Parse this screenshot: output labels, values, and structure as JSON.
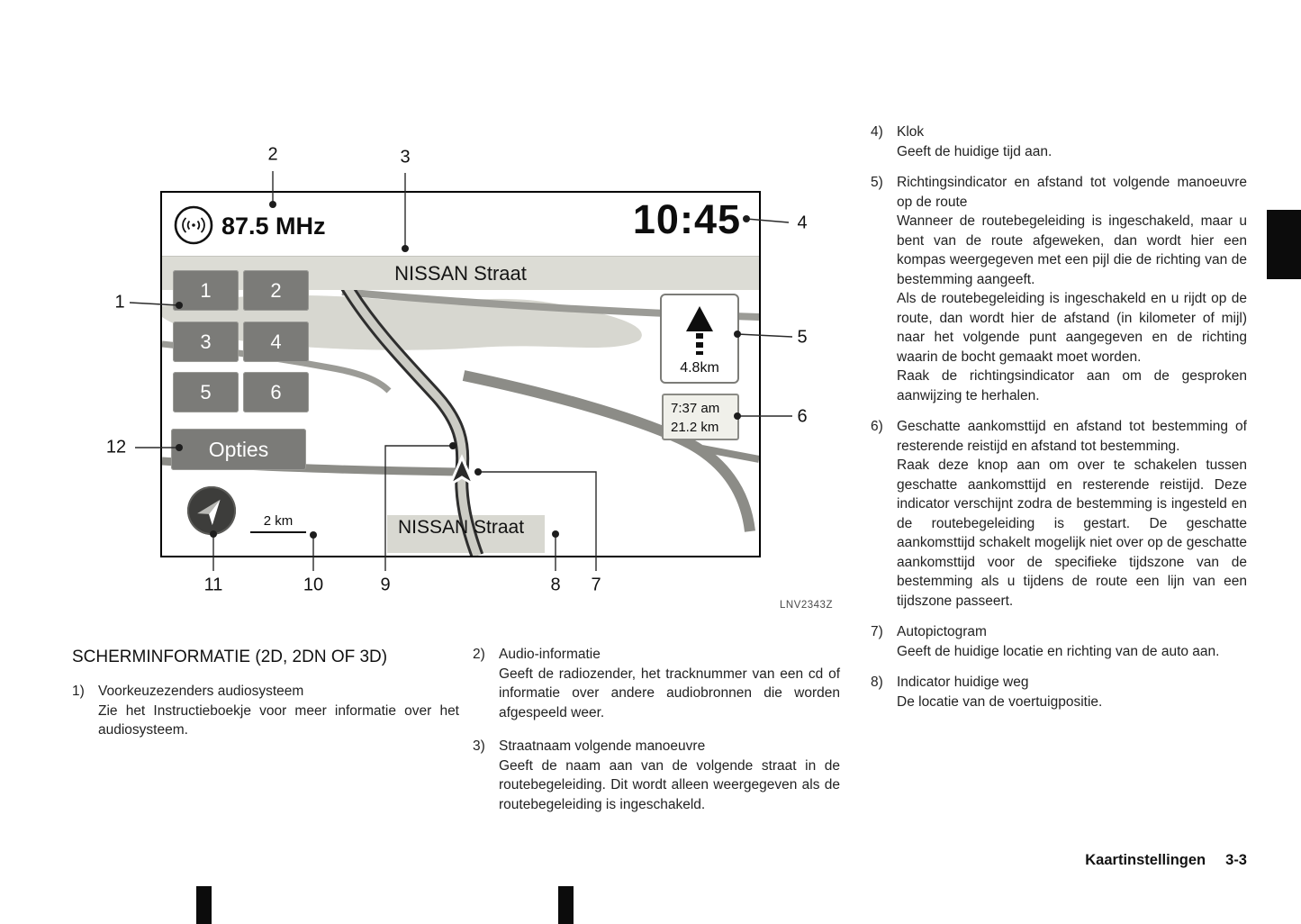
{
  "figure": {
    "code": "LNV2343Z",
    "callouts": {
      "c1": "1",
      "c2": "2",
      "c3": "3",
      "c4": "4",
      "c5": "5",
      "c6": "6",
      "c7": "7",
      "c8": "8",
      "c9": "9",
      "c10": "10",
      "c11": "11",
      "c12": "12"
    },
    "screen": {
      "radio_frequency": "87.5 MHz",
      "clock": "10:45",
      "next_street": "NISSAN Straat",
      "current_street": "NISSAN Straat",
      "presets": [
        "1",
        "2",
        "3",
        "4",
        "5",
        "6"
      ],
      "options_button": "Opties",
      "map_scale": "2 km",
      "turn": {
        "distance": "4.8km"
      },
      "eta": {
        "time": "7:37 am",
        "distance": "21.2 km"
      }
    }
  },
  "content": {
    "heading": "SCHERMINFORMATIE (2D, 2DN OF 3D)",
    "items_left": [
      {
        "num": "1)",
        "title": "Voorkeuzezenders audiosysteem",
        "paras": [
          "Zie het Instructieboekje voor meer informatie over het audiosysteem."
        ]
      }
    ],
    "items_middle": [
      {
        "num": "2)",
        "title": "Audio-informatie",
        "paras": [
          "Geeft de radiozender, het tracknummer van een cd of informatie over andere audiobronnen die worden afgespeeld weer."
        ]
      },
      {
        "num": "3)",
        "title": "Straatnaam volgende manoeuvre",
        "paras": [
          "Geeft de naam aan van de volgende straat in de routebegeleiding. Dit wordt alleen weergegeven als de routebegeleiding is ingeschakeld."
        ]
      }
    ],
    "items_right": [
      {
        "num": "4)",
        "title": "Klok",
        "paras": [
          "Geeft de huidige tijd aan."
        ]
      },
      {
        "num": "5)",
        "title": "Richtingsindicator en afstand tot volgende manoeuvre op de route",
        "paras": [
          "Wanneer de routebegeleiding is ingeschakeld, maar u bent van de route afgeweken, dan wordt hier een kompas weergegeven met een pijl die de richting van de bestemming aangeeft.",
          "Als de routebegeleiding is ingeschakeld en u rijdt op de route, dan wordt hier de afstand (in kilometer of mijl) naar het volgende punt aangegeven en de richting waarin de bocht gemaakt moet worden.",
          "Raak de richtingsindicator aan om de gesproken aanwijzing te herhalen."
        ]
      },
      {
        "num": "6)",
        "title": "Geschatte aankomsttijd en afstand tot bestemming of resterende reistijd en afstand tot bestemming.",
        "paras": [
          "Raak deze knop aan om over te schakelen tussen geschatte aankomsttijd en resterende reistijd. Deze indicator verschijnt zodra de bestemming is ingesteld en de routebegeleiding is gestart. De geschatte aankomsttijd schakelt mogelijk niet over op de geschatte aankomsttijd voor de specifieke tijdszone van de bestemming als u tijdens de route een lijn van een tijdszone passeert."
        ]
      },
      {
        "num": "7)",
        "title": "Autopictogram",
        "paras": [
          "Geeft de huidige locatie en richting van de auto aan."
        ]
      },
      {
        "num": "8)",
        "title": "Indicator huidige weg",
        "paras": [
          "De locatie van de voertuigpositie."
        ]
      }
    ],
    "footer": {
      "label": "Kaartinstellingen",
      "page": "3-3"
    }
  }
}
